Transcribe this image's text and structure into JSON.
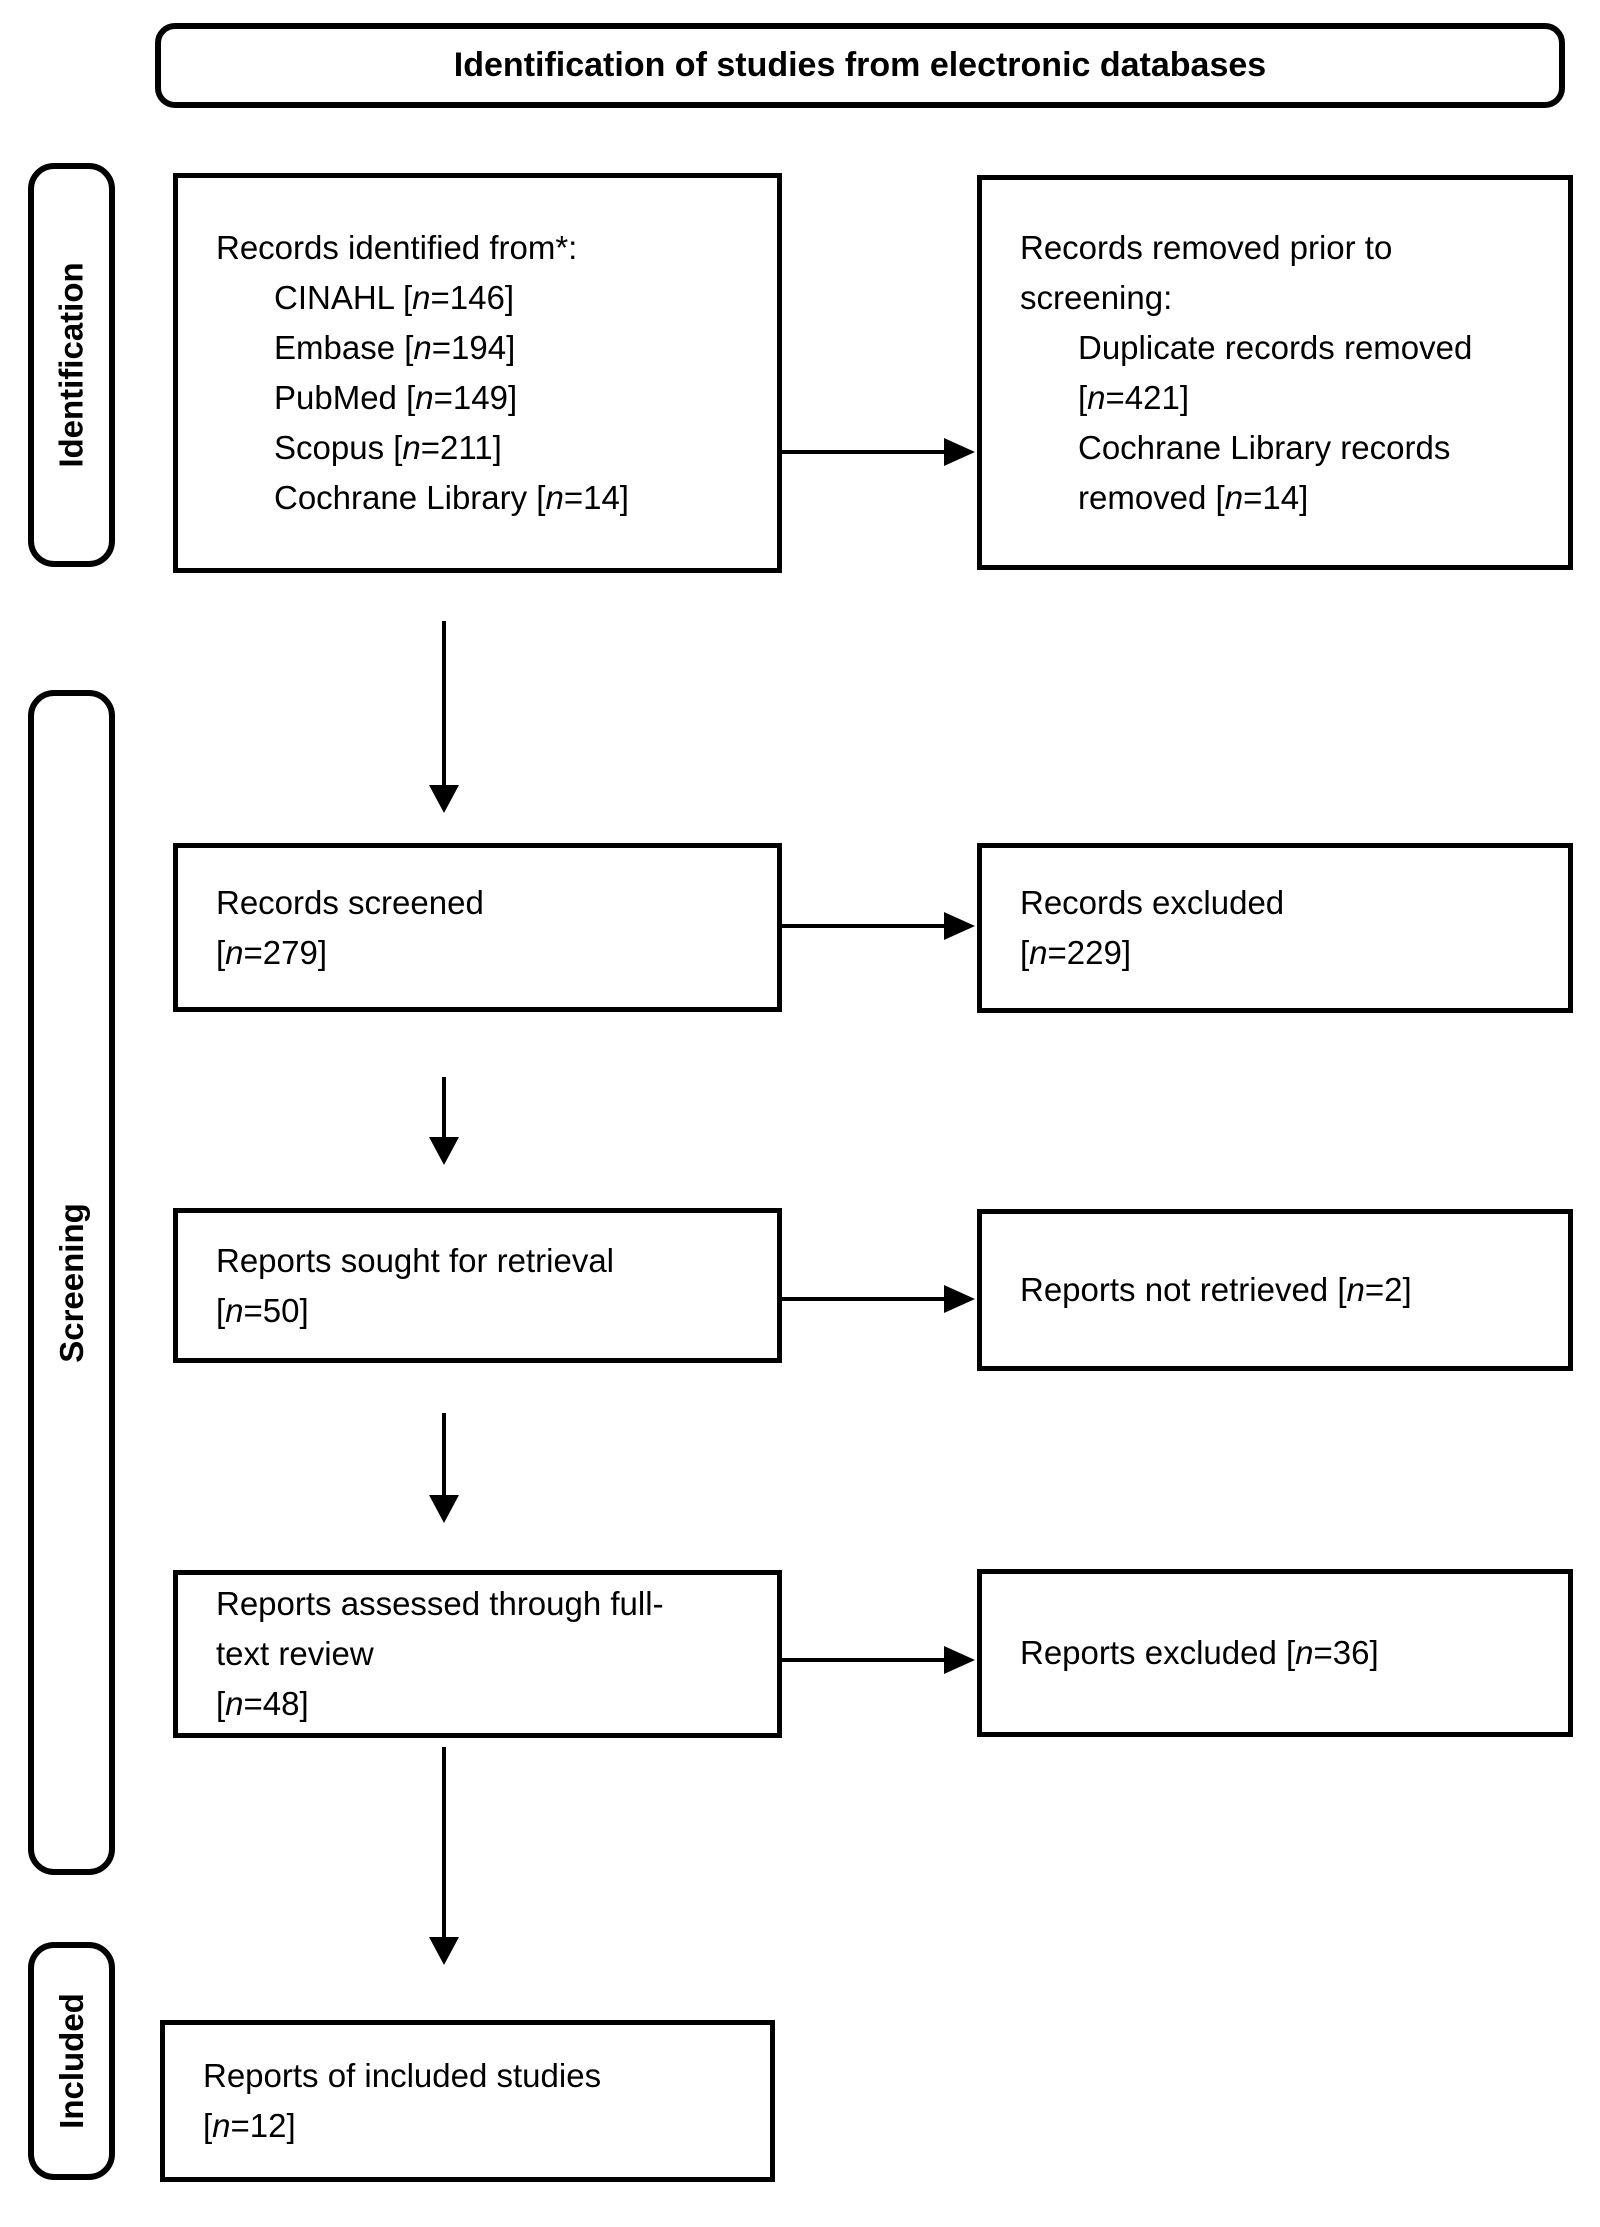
{
  "title": "Identification of studies from electronic databases",
  "phases": {
    "identification": "Identification",
    "screening": "Screening",
    "included": "Included"
  },
  "boxes": {
    "records_identified": {
      "lines": [
        {
          "pre": "Records identified from*:"
        },
        {
          "pre": "CINAHL [",
          "n": "n",
          "post": "=146]"
        },
        {
          "pre": "Embase [",
          "n": "n",
          "post": "=194]"
        },
        {
          "pre": "PubMed [",
          "n": "n",
          "post": "=149]"
        },
        {
          "pre": "Scopus [",
          "n": "n",
          "post": "=211]"
        },
        {
          "pre": "Cochrane Library [",
          "n": "n",
          "post": "=14]"
        }
      ]
    },
    "records_removed": {
      "lines": [
        {
          "pre": "Records removed prior to"
        },
        {
          "pre": "screening:"
        },
        {
          "pre": "Duplicate records removed"
        },
        {
          "pre": "[",
          "n": "n",
          "post": "=421]"
        },
        {
          "pre": "Cochrane Library records"
        },
        {
          "pre": "removed [",
          "n": "n",
          "post": "=14]"
        }
      ]
    },
    "records_screened": {
      "lines": [
        {
          "pre": "Records screened"
        },
        {
          "pre": "[",
          "n": "n",
          "post": "=279]"
        }
      ]
    },
    "records_excluded": {
      "lines": [
        {
          "pre": "Records excluded"
        },
        {
          "pre": "[",
          "n": "n",
          "post": "=229]"
        }
      ]
    },
    "reports_sought": {
      "lines": [
        {
          "pre": "Reports sought for retrieval"
        },
        {
          "pre": "[",
          "n": "n",
          "post": "=50]"
        }
      ]
    },
    "reports_not_retrieved": {
      "lines": [
        {
          "pre": "Reports not retrieved [",
          "n": "n",
          "post": "=2]"
        }
      ]
    },
    "reports_assessed": {
      "lines": [
        {
          "pre": "Reports assessed through full-"
        },
        {
          "pre": "text review"
        },
        {
          "pre": "[",
          "n": "n",
          "post": "=48]"
        }
      ]
    },
    "reports_excluded": {
      "lines": [
        {
          "pre": "Reports excluded [",
          "n": "n",
          "post": "=36]"
        }
      ]
    },
    "reports_included": {
      "lines": [
        {
          "pre": "Reports of included studies"
        },
        {
          "pre": "[",
          "n": "n",
          "post": "=12]"
        }
      ]
    }
  }
}
